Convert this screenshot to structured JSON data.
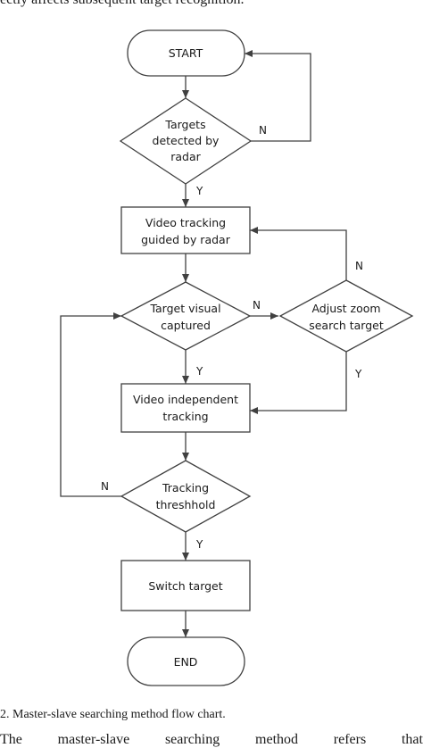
{
  "top_text": "ectly affects subsequent target recognition.",
  "nodes": {
    "start": "START",
    "detected": [
      "Targets",
      "detected by",
      "radar"
    ],
    "video_tracking": [
      "Video tracking",
      "guided by radar"
    ],
    "visual_captured": [
      "Target visual",
      "captured"
    ],
    "adjust_zoom": [
      "Adjust zoom",
      "search target"
    ],
    "independent": [
      "Video independent",
      "tracking"
    ],
    "threshold": [
      "Tracking",
      "threshhold"
    ],
    "switch": "Switch target",
    "end": "END"
  },
  "edge_labels": {
    "detected_no": "N",
    "detected_yes": "Y",
    "captured_no": "N",
    "captured_yes": "Y",
    "adjust_no": "N",
    "adjust_yes": "Y",
    "threshold_no": "N",
    "threshold_yes": "Y"
  },
  "caption": "2. Master-slave searching method flow chart.",
  "bottom_text": [
    "The",
    "master-slave",
    "searching",
    "method",
    "refers",
    "that"
  ],
  "colors": {
    "stroke": "#404040",
    "text": "#1a1a1a",
    "background": "#ffffff"
  }
}
